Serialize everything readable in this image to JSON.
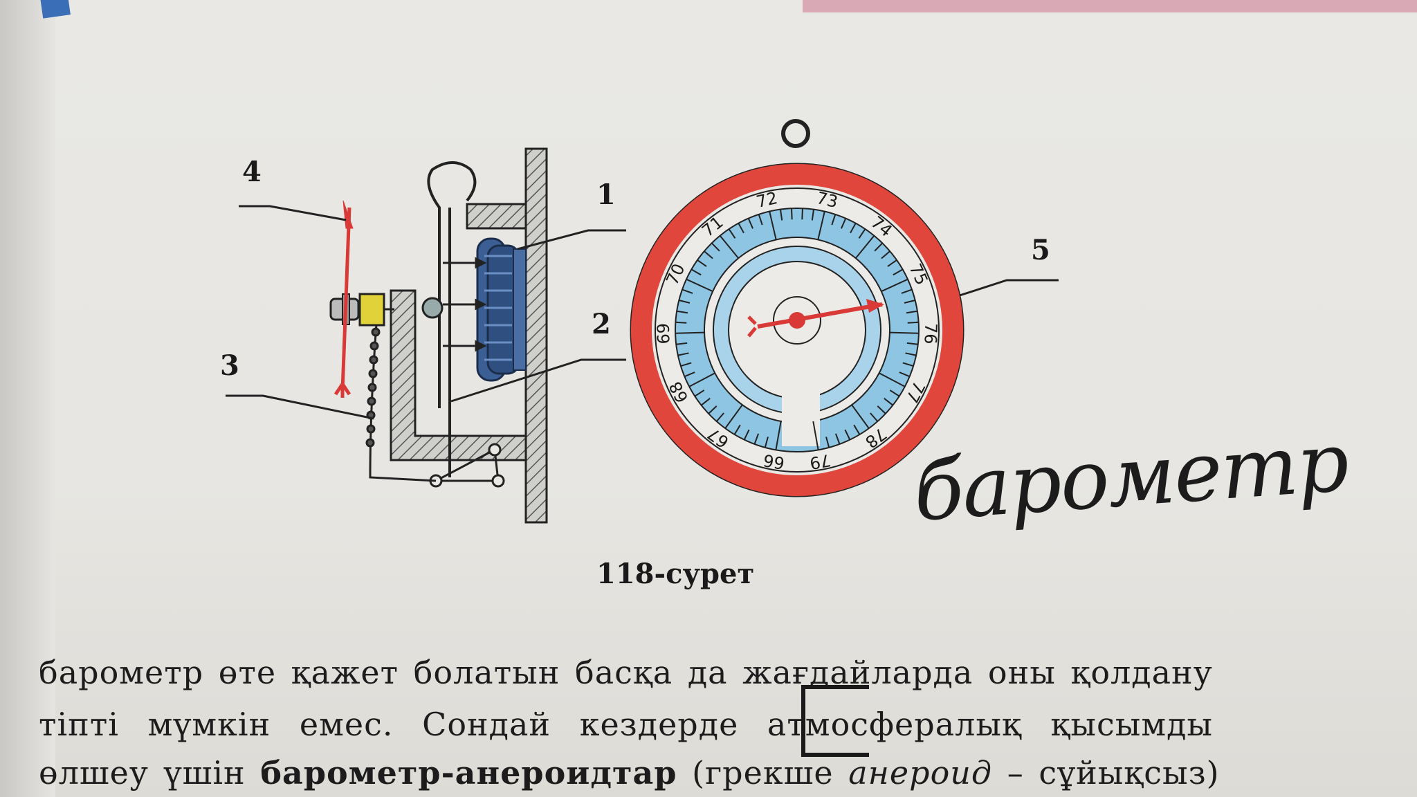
{
  "figure": {
    "labels": [
      "1",
      "2",
      "3",
      "4",
      "5"
    ],
    "caption": "118-сурет",
    "dial_numbers": [
      "66",
      "67",
      "68",
      "69",
      "70",
      "71",
      "72",
      "73",
      "74",
      "75",
      "76",
      "77",
      "78",
      "79"
    ],
    "colors": {
      "outer_ring": "#e0463c",
      "scale_band": "#8ec5e3",
      "bellows": "#3b5f94",
      "needle": "#d93a38",
      "spring_arrow": "#d93a38",
      "clip": "#e2d23a"
    },
    "handwritten_note": "барометр"
  },
  "text": {
    "line1": "барометр өте қажет болатын басқа да жағдайларда оны қолдану",
    "line2": "тіпті мүмкін емес. Сондай кездерде атмосфералық қысымды",
    "line3_start": "өлшеу үшін ",
    "line3_bold": "барометр-анероидтар",
    "line3_mid": " (грекше ",
    "line3_italic": "анероид",
    "line3_end": " – сұйықсыз)"
  }
}
